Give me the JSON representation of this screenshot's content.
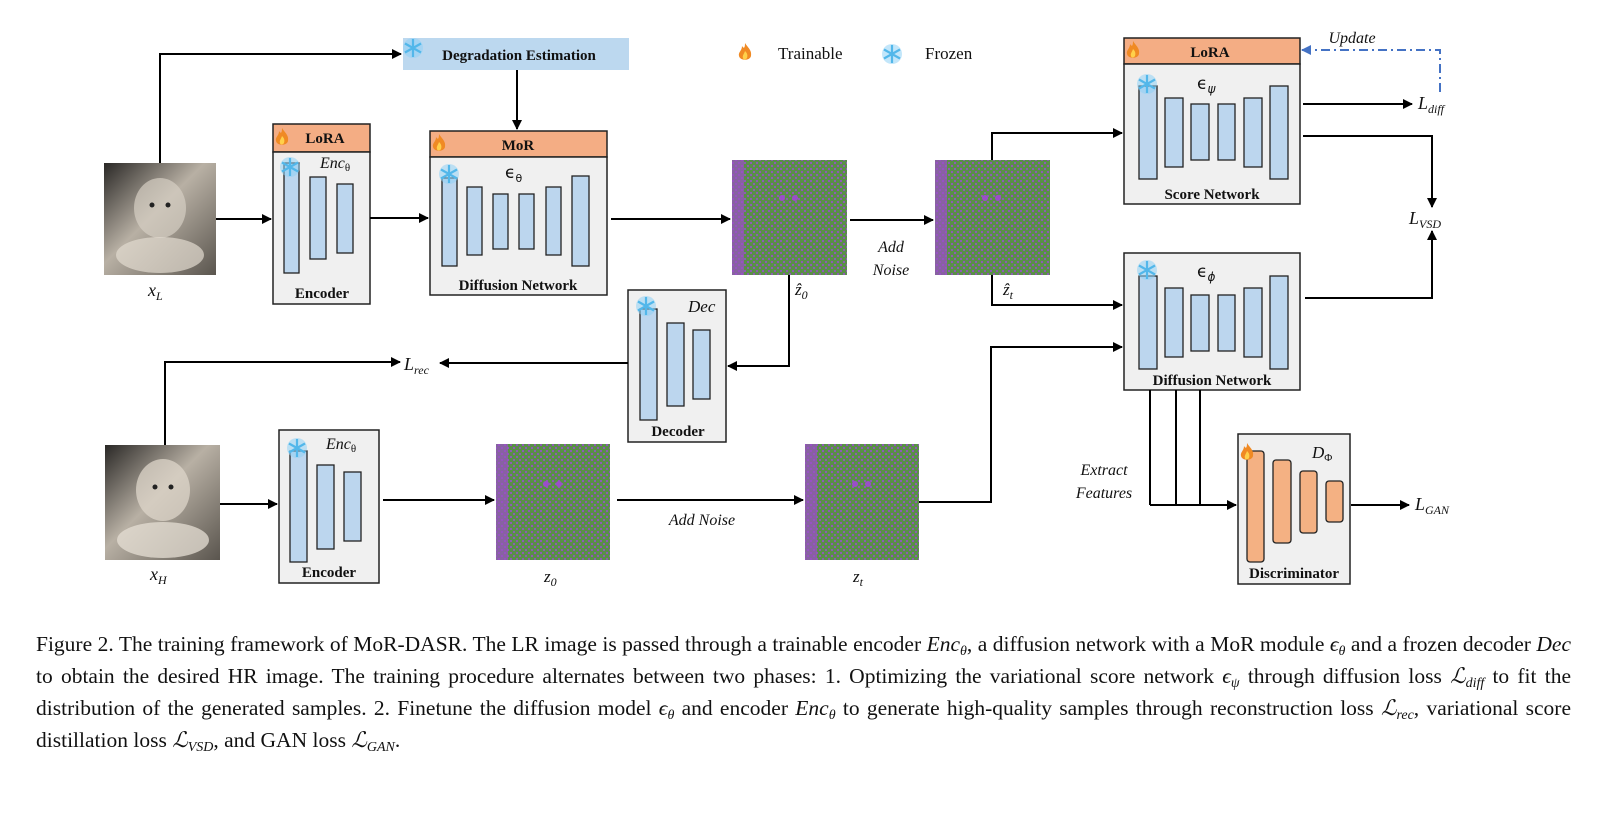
{
  "legend": {
    "trainable_label": "Trainable",
    "frozen_label": "Frozen",
    "trainable_icon": "fire-icon",
    "frozen_icon": "snowflake-icon"
  },
  "colors": {
    "lora_header": "#f4ad84",
    "block_fill": "#bcd6ee",
    "module_bg": "#f0f0f0",
    "degradation_bg": "#bcd8ef",
    "discriminator_block": "#f4b183",
    "update_arrow": "#4472c4",
    "latent_purple": "#9b4ec9",
    "latent_green": "#4c9a3a"
  },
  "nodes": {
    "degradation_estimation": "Degradation Estimation",
    "encoder_top": {
      "header": "LoRA",
      "symbol": "Enc",
      "symbol_sub": "θ",
      "label": "Encoder"
    },
    "diffusion_top": {
      "header": "MoR",
      "symbol": "ϵ",
      "symbol_sub": "θ",
      "label": "Diffusion Network"
    },
    "decoder": {
      "symbol": "Dec",
      "label": "Decoder"
    },
    "encoder_bottom": {
      "symbol": "Enc",
      "symbol_sub": "θ",
      "label": "Encoder"
    },
    "score_network": {
      "header": "LoRA",
      "symbol": "ϵ",
      "symbol_sub": "ψ",
      "label": "Score Network"
    },
    "diffusion_right": {
      "symbol": "ϵ",
      "symbol_sub": "ϕ",
      "label": "Diffusion Network"
    },
    "discriminator": {
      "symbol": "D",
      "symbol_sub": "Φ",
      "label": "Discriminator"
    }
  },
  "images": {
    "x_L": {
      "base": "x",
      "sub": "L"
    },
    "x_H": {
      "base": "x",
      "sub": "H"
    },
    "z0_hat": {
      "base": "ẑ",
      "sub": "0"
    },
    "zt_hat": {
      "base": "ẑ",
      "sub": "t"
    },
    "z0": {
      "base": "z",
      "sub": "0"
    },
    "zt": {
      "base": "z",
      "sub": "t"
    }
  },
  "losses": {
    "rec": {
      "base": "L",
      "sub": "rec"
    },
    "diff": {
      "base": "L",
      "sub": "diff"
    },
    "vsd": {
      "base": "L",
      "sub": "VSD"
    },
    "gan": {
      "base": "L",
      "sub": "GAN"
    }
  },
  "edge_labels": {
    "add_noise_top_1": "Add",
    "add_noise_top_2": "Noise",
    "add_noise_bottom": "Add Noise",
    "extract_1": "Extract",
    "extract_2": "Features",
    "update": "Update"
  },
  "caption": {
    "p1": "Figure 2. The training framework of MoR-DASR. The LR image is passed through a trainable encoder ",
    "enc": "Enc",
    "theta": "θ",
    "p2": ", a diffusion network with a MoR module ",
    "eps": "ϵ",
    "p3": " and a frozen decoder ",
    "dec": "Dec",
    "p4": " to obtain the desired HR image. The training procedure alternates between two phases: 1. Optimizing the variational score network ",
    "psi": "ψ",
    "p5": " through diffusion loss ",
    "L": "ℒ",
    "diff": "diff",
    "p6": " to fit the distribution of the generated samples. 2. Finetune the diffusion model ",
    "p7": " and encoder ",
    "p8": " to generate high-quality samples through reconstruction loss ",
    "rec": "rec",
    "p9": ", variational score distillation loss ",
    "vsd": "VSD",
    "p10": ", and GAN loss ",
    "gan": "GAN",
    "p11": "."
  }
}
